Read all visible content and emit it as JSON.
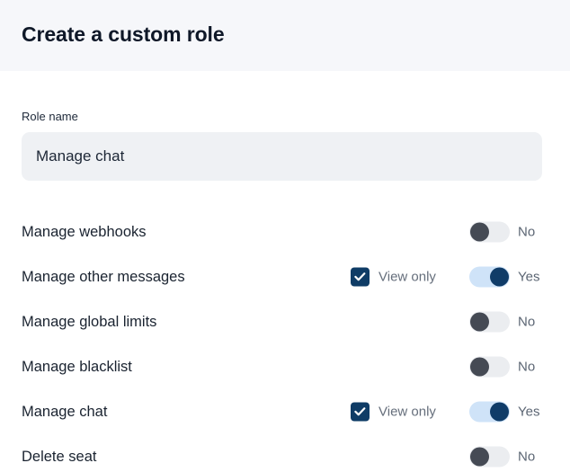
{
  "header": {
    "title": "Create a custom role",
    "background": "#f6f7fa"
  },
  "form": {
    "role_name": {
      "label": "Role name",
      "value": "Manage chat",
      "placeholder": "Role name"
    }
  },
  "permissions": {
    "view_only_label": "View only",
    "toggle_on_label": "Yes",
    "toggle_off_label": "No",
    "rows": [
      {
        "label": "Manage webhooks",
        "has_view_only": false,
        "view_only_checked": false,
        "enabled": false,
        "state_label": "No"
      },
      {
        "label": "Manage other messages",
        "has_view_only": true,
        "view_only_checked": true,
        "enabled": true,
        "state_label": "Yes"
      },
      {
        "label": "Manage global limits",
        "has_view_only": false,
        "view_only_checked": false,
        "enabled": false,
        "state_label": "No"
      },
      {
        "label": "Manage blacklist",
        "has_view_only": false,
        "view_only_checked": false,
        "enabled": false,
        "state_label": "No"
      },
      {
        "label": "Manage chat",
        "has_view_only": true,
        "view_only_checked": true,
        "enabled": true,
        "state_label": "Yes"
      },
      {
        "label": "Delete seat",
        "has_view_only": false,
        "view_only_checked": false,
        "enabled": false,
        "state_label": "No"
      }
    ]
  },
  "colors": {
    "title_text": "#0f1828",
    "label_text": "#1a2330",
    "muted_text": "#656e7b",
    "accent_navy": "#0f3c66",
    "toggle_on_track": "#cfe3f8",
    "toggle_on_knob": "#103c68",
    "toggle_off_track": "#ebedf0",
    "toggle_off_knob": "#454a54",
    "input_bg": "#eff1f4"
  }
}
